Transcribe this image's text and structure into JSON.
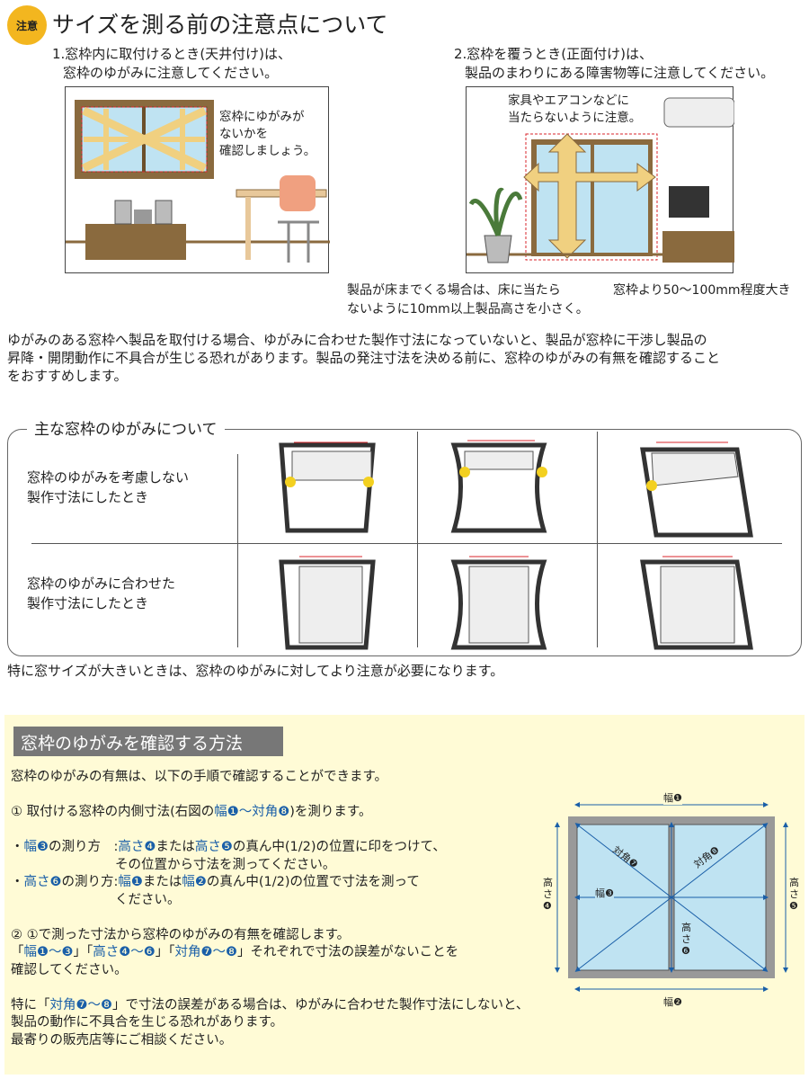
{
  "header": {
    "badge": "注意",
    "title": "サイズを測る前の注意点について"
  },
  "section1": {
    "caption1": [
      "1.窓枠内に取付けるとき(天井付け)は、",
      "窓枠のゆがみに注意してください。"
    ],
    "callout1": [
      "窓枠にゆがみが",
      "ないかを",
      "確認しましょう。"
    ],
    "caption2": [
      "2.窓枠を覆うとき(正面付け)は、",
      "製品のまわりにある障害物等に注意してください。"
    ],
    "callout2": [
      "家具やエアコンなどに",
      "当たらないように注意。"
    ],
    "note_floor": [
      "製品が床までくる場合は、床に当たら",
      "ないように10mm以上製品高さを小さく。"
    ],
    "note_size": "窓枠より50～100mm程度大き",
    "paragraph": [
      "ゆがみのある窓枠へ製品を取付ける場合、ゆがみに合わせた製作寸法になっていないと、製品が窓枠に干渉し製品の",
      "昇降・開閉動作に不具合が生じる恐れがあります。製品の発注寸法を決める前に、窓枠のゆがみの有無を確認すること",
      "をおすすめします。"
    ]
  },
  "distortion": {
    "title": "主な窓枠のゆがみについて",
    "row1": [
      "窓枠のゆがみを考慮しない",
      "製作寸法にしたとき"
    ],
    "row2": [
      "窓枠のゆがみに合わせた",
      "製作寸法にしたとき"
    ],
    "note": "特に窓サイズが大きいときは、窓枠のゆがみに対してより注意が必要になります。"
  },
  "method": {
    "title": "窓枠のゆがみを確認する方法",
    "lines": [
      [
        {
          "t": "窓枠のゆがみの有無は、以下の手順で確認することができます。"
        }
      ],
      [],
      [
        {
          "t": "① 取付ける窓枠の内側寸法(右図の"
        },
        {
          "t": "幅❶～対角❽",
          "c": "blue"
        },
        {
          "t": ")を測ります。"
        }
      ],
      [],
      [
        {
          "t": "・"
        },
        {
          "t": "幅❸",
          "c": "blue"
        },
        {
          "t": "の測り方　:"
        },
        {
          "t": "高さ❹",
          "c": "blue"
        },
        {
          "t": "または"
        },
        {
          "t": "高さ❺",
          "c": "blue"
        },
        {
          "t": "の真ん中(1/2)の位置に印をつけて、"
        }
      ],
      [
        {
          "t": "　　　　　　　　その位置から寸法を測ってください。"
        }
      ],
      [
        {
          "t": "・"
        },
        {
          "t": "高さ❻",
          "c": "blue"
        },
        {
          "t": "の測り方:"
        },
        {
          "t": "幅❶",
          "c": "blue"
        },
        {
          "t": "または"
        },
        {
          "t": "幅❷",
          "c": "blue"
        },
        {
          "t": "の真ん中(1/2)の位置で寸法を測って"
        }
      ],
      [
        {
          "t": "　　　　　　　　ください。"
        }
      ],
      [],
      [
        {
          "t": "② ①で測った寸法から窓枠のゆがみの有無を確認します。"
        }
      ],
      [
        {
          "t": "「"
        },
        {
          "t": "幅❶～❸",
          "c": "blue"
        },
        {
          "t": "」「"
        },
        {
          "t": "高さ❹～❻",
          "c": "blue"
        },
        {
          "t": "」「"
        },
        {
          "t": "対角❼～❽",
          "c": "blue"
        },
        {
          "t": "」それぞれで寸法の誤差がないことを"
        }
      ],
      [
        {
          "t": "確認してください。"
        }
      ],
      [],
      [
        {
          "t": "特に「"
        },
        {
          "t": "対角❼～❽",
          "c": "blue"
        },
        {
          "t": "」で寸法の誤差がある場合は、ゆがみに合わせた製作寸法にしないと、"
        }
      ],
      [
        {
          "t": "製品の動作に不具合を生じる恐れがあります。"
        }
      ],
      [
        {
          "t": "最寄りの販売店等にご相談ください。"
        }
      ]
    ],
    "diagram": {
      "w1": "幅❶",
      "w2": "幅❷",
      "w3": "幅❸",
      "h4": "高さ❹",
      "h5": "高さ❺",
      "h6": "高さ❻",
      "d7": "対角❼",
      "d8": "対角❽"
    }
  },
  "colors": {
    "accent": "#f3b61f",
    "blue": "#1a5fa8",
    "panel": "#fffbd6",
    "red": "#d9262b"
  }
}
